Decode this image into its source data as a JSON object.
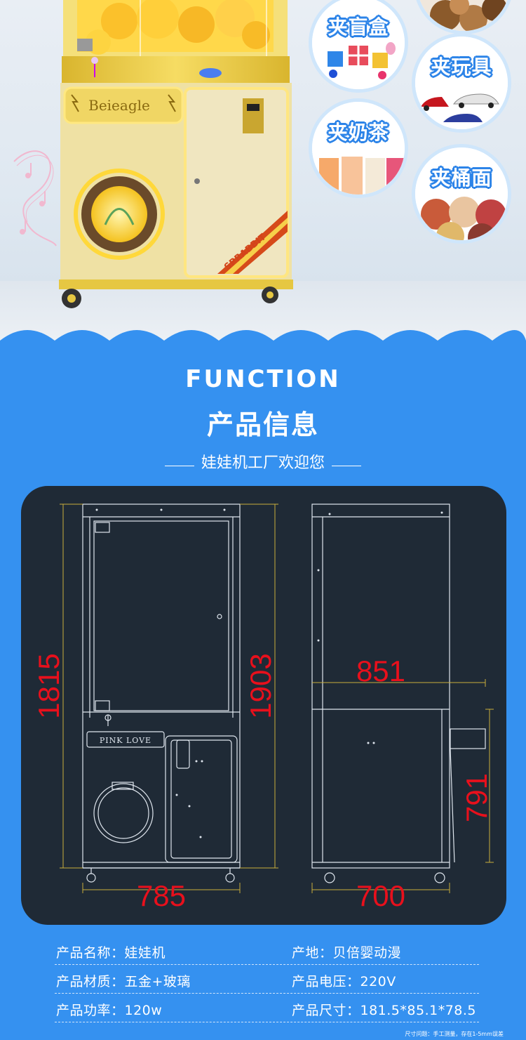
{
  "hero": {
    "machine": {
      "brand": "Beieagle",
      "side_logo": "SPRABBIT"
    },
    "bubbles": [
      {
        "label": "夹盲盒",
        "icon": "gift-box-icon"
      },
      {
        "label": "夹玩具",
        "icon": "toy-car-icon"
      },
      {
        "label": "夹奶茶",
        "icon": "milk-tea-icon"
      },
      {
        "label": "夹桶面",
        "icon": "instant-noodle-icon"
      }
    ]
  },
  "info": {
    "eyebrow": "FUNCTION",
    "title": "产品信息",
    "subtitle": "娃娃机工厂欢迎您"
  },
  "drawing": {
    "front_sign": "PINK LOVE",
    "dims": {
      "front_height": "1815",
      "total_height": "1903",
      "front_width": "785",
      "side_depth_top": "851",
      "side_depth": "700",
      "cabinet_height": "791"
    },
    "accent": "#e8101c"
  },
  "specs": [
    {
      "left": "产品名称：娃娃机",
      "right": "产地：贝倍婴动漫"
    },
    {
      "left": "产品材质：五金+玻璃",
      "right": "产品电压：220V"
    },
    {
      "left": "产品功率：120w",
      "right": "产品尺寸：181.5*85.1*78.5"
    }
  ],
  "note": "尺寸问题：手工测量，存在1-5mm误差",
  "colors": {
    "background": "#3591f0",
    "panel": "#1f2a36",
    "machine": "#f2cf3c"
  }
}
